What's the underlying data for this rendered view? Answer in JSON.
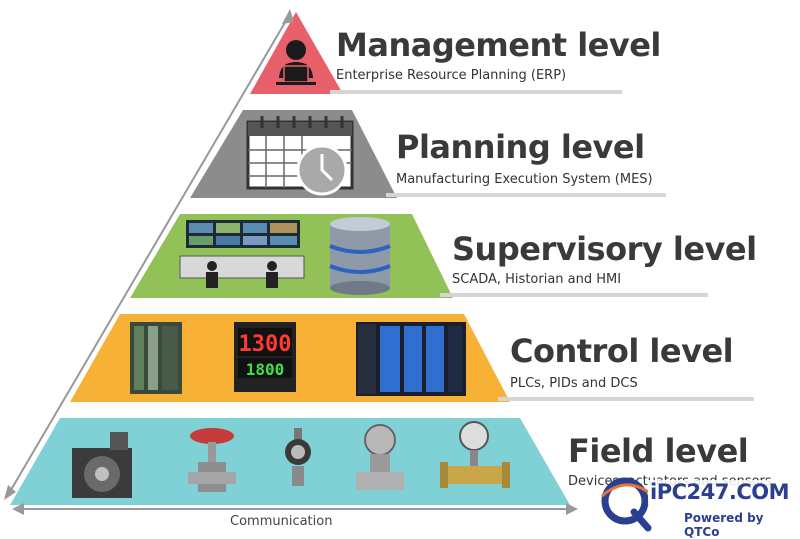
{
  "levels": [
    {
      "title": "Management level",
      "subtitle": "Enterprise Resource Planning (ERP)",
      "color": "#e8606a"
    },
    {
      "title": "Planning level",
      "subtitle": "Manufacturing Execution System (MES)",
      "color": "#8c8c8c"
    },
    {
      "title": "Supervisory level",
      "subtitle": "SCADA, Historian and HMI",
      "color": "#92c257"
    },
    {
      "title": "Control level",
      "subtitle": "PLCs, PIDs and DCS",
      "color": "#f7b136"
    },
    {
      "title": "Field level",
      "subtitle": "Devices, actuators and sensors",
      "color": "#7fd1d6"
    }
  ],
  "axis_label": "Communication",
  "brand": {
    "name": "iPC247.COM",
    "tagline": "Powered by QTCo",
    "color": "#2a3f8f"
  },
  "plc_display": {
    "upper": "1300",
    "lower": "1800"
  }
}
